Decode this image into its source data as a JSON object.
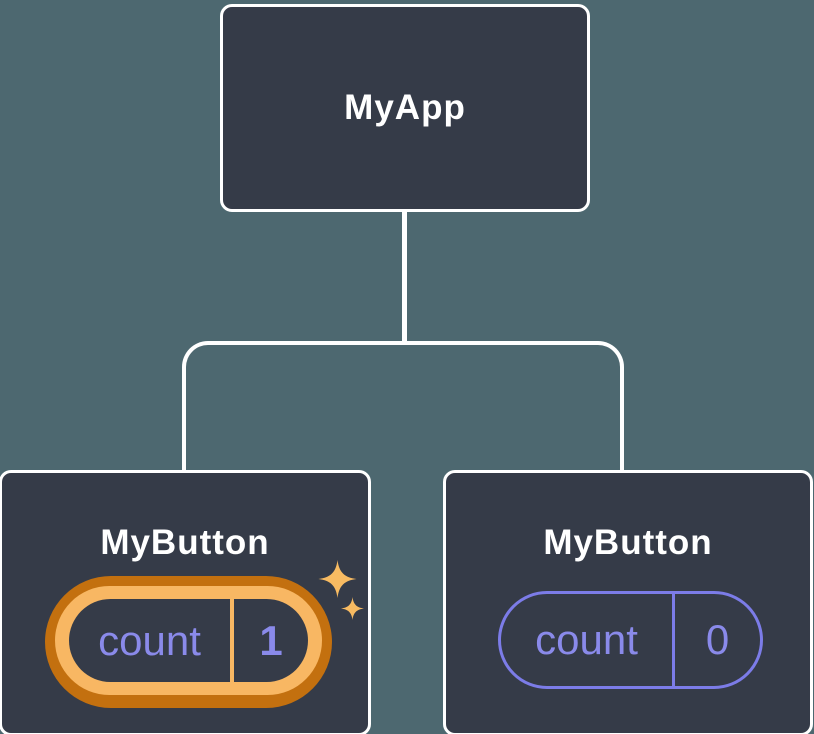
{
  "canvas": {
    "background": "#4D6870"
  },
  "palette": {
    "canvas_bg": "#4D6870",
    "node_fill": "#353B48",
    "node_border": "#FFFFFF",
    "connector": "#FFFFFF",
    "text_primary": "#FFFFFF",
    "state_text": "#8A8AEA",
    "state_outline": "#7C7CE8",
    "highlight_outer": "#C3700F",
    "highlight_inner": "#F8B763",
    "sparkle": "#F8BB62"
  },
  "diagram": {
    "type": "component-tree",
    "root": {
      "label": "MyApp"
    },
    "children": [
      {
        "label": "MyButton",
        "highlighted": true,
        "state": {
          "key": "count",
          "value": "1"
        }
      },
      {
        "label": "MyButton",
        "highlighted": false,
        "state": {
          "key": "count",
          "value": "0"
        }
      }
    ]
  }
}
